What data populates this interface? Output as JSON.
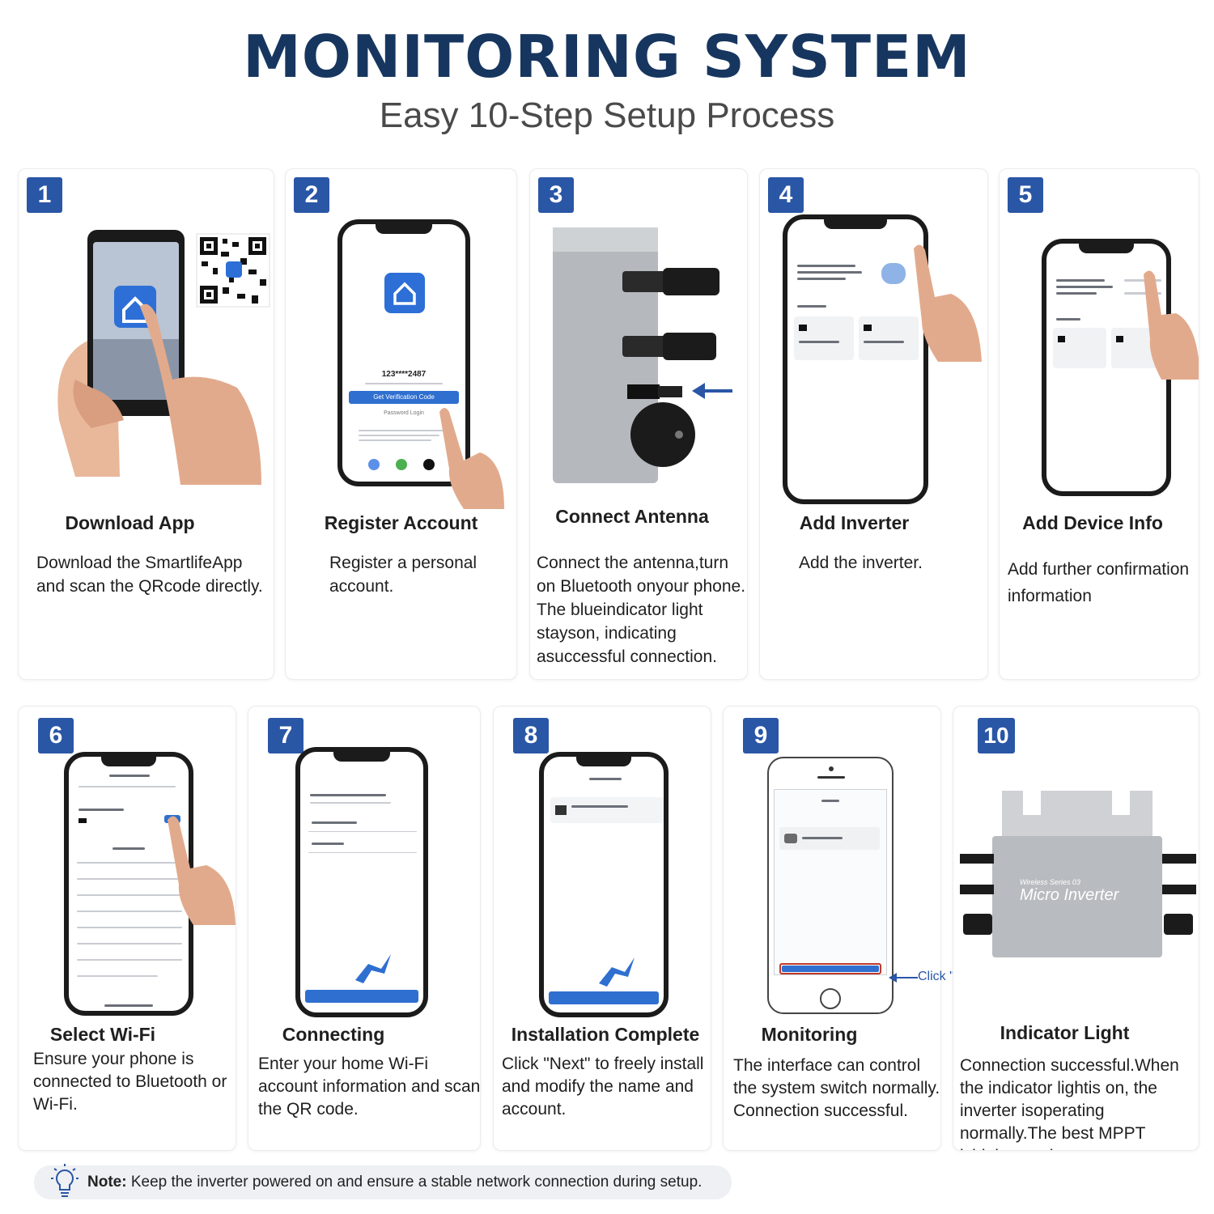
{
  "header": {
    "title": "MONITORING SYSTEM",
    "subtitle": "Easy 10-Step Setup Process"
  },
  "steps": [
    {
      "number": "1",
      "title": "Download App",
      "description": "Download the SmartlifeApp and scan the QRcode directly."
    },
    {
      "number": "2",
      "title": "Register Account",
      "description": "Register a personal account.",
      "phone_number": "123****2487",
      "button": "Get Verification Code",
      "link": "Password Login"
    },
    {
      "number": "3",
      "title": "Connect Antenna",
      "description": "Connect the antenna,turn on Bluetooth onyour phone. The blueindicator light stayson, indicating asuccessful connection."
    },
    {
      "number": "4",
      "title": "Add Inverter",
      "description": "Add the inverter."
    },
    {
      "number": "5",
      "title": "Add Device Info",
      "description": "Add further confirmation information"
    },
    {
      "number": "6",
      "title": "Select Wi-Fi",
      "description": "Ensure your phone is connected to Bluetooth or Wi-Fi."
    },
    {
      "number": "7",
      "title": "Connecting",
      "description": "Enter your home Wi-Fi account information and scan the QR code."
    },
    {
      "number": "8",
      "title": "Installation Complete",
      "description": "Click \"Next\" to freely install and modify the name and account."
    },
    {
      "number": "9",
      "title": "Monitoring",
      "description": "The interface can control the system switch normally. Connection successful.",
      "callout": "Click \"Finish\""
    },
    {
      "number": "10",
      "title": "Indicator Light",
      "description": "Connection successful.When the indicator lightis on, the inverter isoperating normally.The best MPPT ishighest voltage.",
      "device_label_small": "Wireless Series 03",
      "device_label": "Micro Inverter"
    }
  ],
  "note": {
    "label": "Note:",
    "text": "Keep the inverter powered on and ensure a stable network connection during setup."
  },
  "colors": {
    "title": "#17365f",
    "badge": "#2a56a6",
    "accent": "#2f6fd0"
  },
  "icons": [
    "home-app-icon",
    "qr-code-icon",
    "hand-pointer-icon",
    "arrow-left-icon",
    "lightbulb-icon"
  ]
}
